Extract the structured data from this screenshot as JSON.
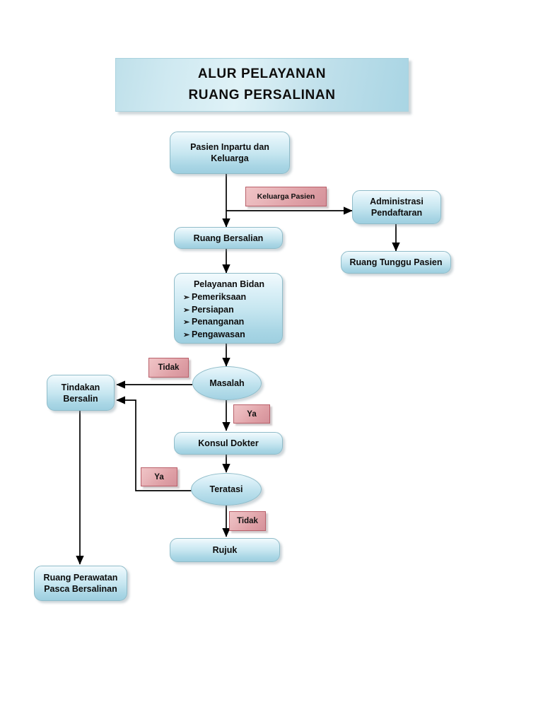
{
  "title_banner": {
    "line1": "ALUR PELAYANAN",
    "line2": "RUANG PERSALINAN"
  },
  "nodes": {
    "pasien_inpartu": "Pasien Inpartu dan Keluarga",
    "administrasi": "Administrasi Pendaftaran",
    "ruang_tunggu": "Ruang Tunggu Pasien",
    "ruang_bersalian": "Ruang Bersalian",
    "pelayanan_bidan_title": "Pelayanan Bidan",
    "pelayanan_bidan_items": [
      "Pemeriksaan",
      "Persiapan",
      "Penanganan",
      "Pengawasan"
    ],
    "masalah": "Masalah",
    "tindakan_bersalin": "Tindakan Bersalin",
    "konsul_dokter": "Konsul Dokter",
    "teratasi": "Teratasi",
    "rujuk": "Rujuk",
    "ruang_perawatan": "Ruang Perawatan Pasca Bersalinan"
  },
  "node_lines": {
    "pasien_inpartu_l1": "Pasien Inpartu dan",
    "pasien_inpartu_l2": "Keluarga",
    "administrasi_l1": "Administrasi",
    "administrasi_l2": "Pendaftaran",
    "tindakan_l1": "Tindakan",
    "tindakan_l2": "Bersalin",
    "perawatan_l1": "Ruang Perawatan",
    "perawatan_l2": "Pasca Bersalinan"
  },
  "edge_labels": {
    "keluarga_pasien": "Keluarga Pasien",
    "masalah_tidak": "Tidak",
    "masalah_ya": "Ya",
    "teratasi_ya": "Ya",
    "teratasi_tidak": "Tidak"
  },
  "bullets": {
    "glyph": "➢"
  },
  "colors": {
    "node_fill_top": "#f2fafd",
    "node_fill_bottom": "#9ecfe0",
    "node_border": "#8fbcc9",
    "label_fill": "#dfa0a6",
    "label_border": "#b9606a",
    "banner_fill": "#cfe9f1",
    "connector": "#000000",
    "text": "#0d0d0d",
    "background": "#ffffff"
  },
  "diagram": {
    "type": "flowchart",
    "flow": [
      "Pasien Inpartu dan Keluarga -> Ruang Bersalian",
      "Pasien Inpartu dan Keluarga -[Keluarga Pasien]-> Administrasi Pendaftaran",
      "Administrasi Pendaftaran -> Ruang Tunggu Pasien",
      "Ruang Bersalian -> Pelayanan Bidan",
      "Pelayanan Bidan -> Masalah",
      "Masalah -[Tidak]-> Tindakan Bersalin",
      "Masalah -[Ya]-> Konsul Dokter",
      "Konsul Dokter -> Teratasi",
      "Teratasi -[Ya]-> Tindakan Bersalin",
      "Teratasi -[Tidak]-> Rujuk",
      "Tindakan Bersalin -> Ruang Perawatan Pasca Bersalinan"
    ]
  }
}
